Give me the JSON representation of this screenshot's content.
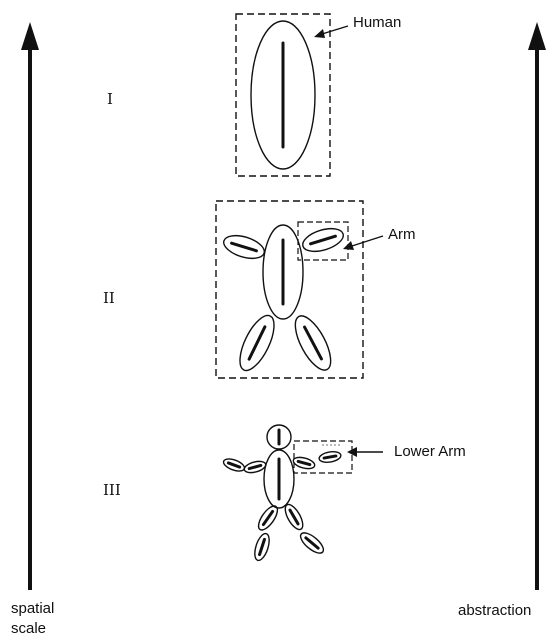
{
  "levels": [
    "I",
    "II",
    "III"
  ],
  "labels": {
    "human": "Human",
    "arm": "Arm",
    "lower_arm": "Lower Arm"
  },
  "axes": {
    "left_line1": "spatial",
    "left_line2": "scale",
    "right": "abstraction"
  }
}
